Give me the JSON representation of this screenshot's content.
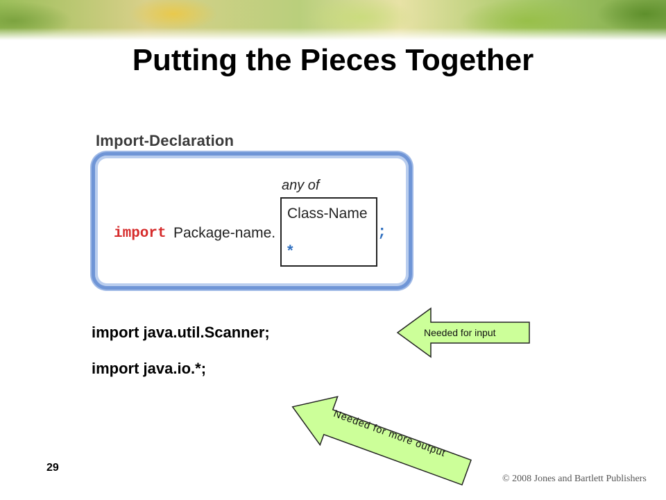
{
  "slide": {
    "title": "Putting the Pieces Together",
    "page_number": "29",
    "copyright": "© 2008 Jones and Bartlett Publishers"
  },
  "diagram": {
    "label": "Import-Declaration",
    "keyword": "import",
    "package": "Package-name.",
    "any_of": "any of",
    "options": [
      "Class-Name",
      "*"
    ],
    "terminator": ";"
  },
  "code": {
    "lines": [
      "import java.util.Scanner;",
      "import java.io.*;"
    ]
  },
  "callouts": {
    "input": "Needed for input",
    "output": "Needed for more output"
  },
  "colors": {
    "keyword": "#d62b2b",
    "symbol": "#2f6fbf",
    "frame": "#6f95d6",
    "callout_fill": "#ccff99"
  }
}
